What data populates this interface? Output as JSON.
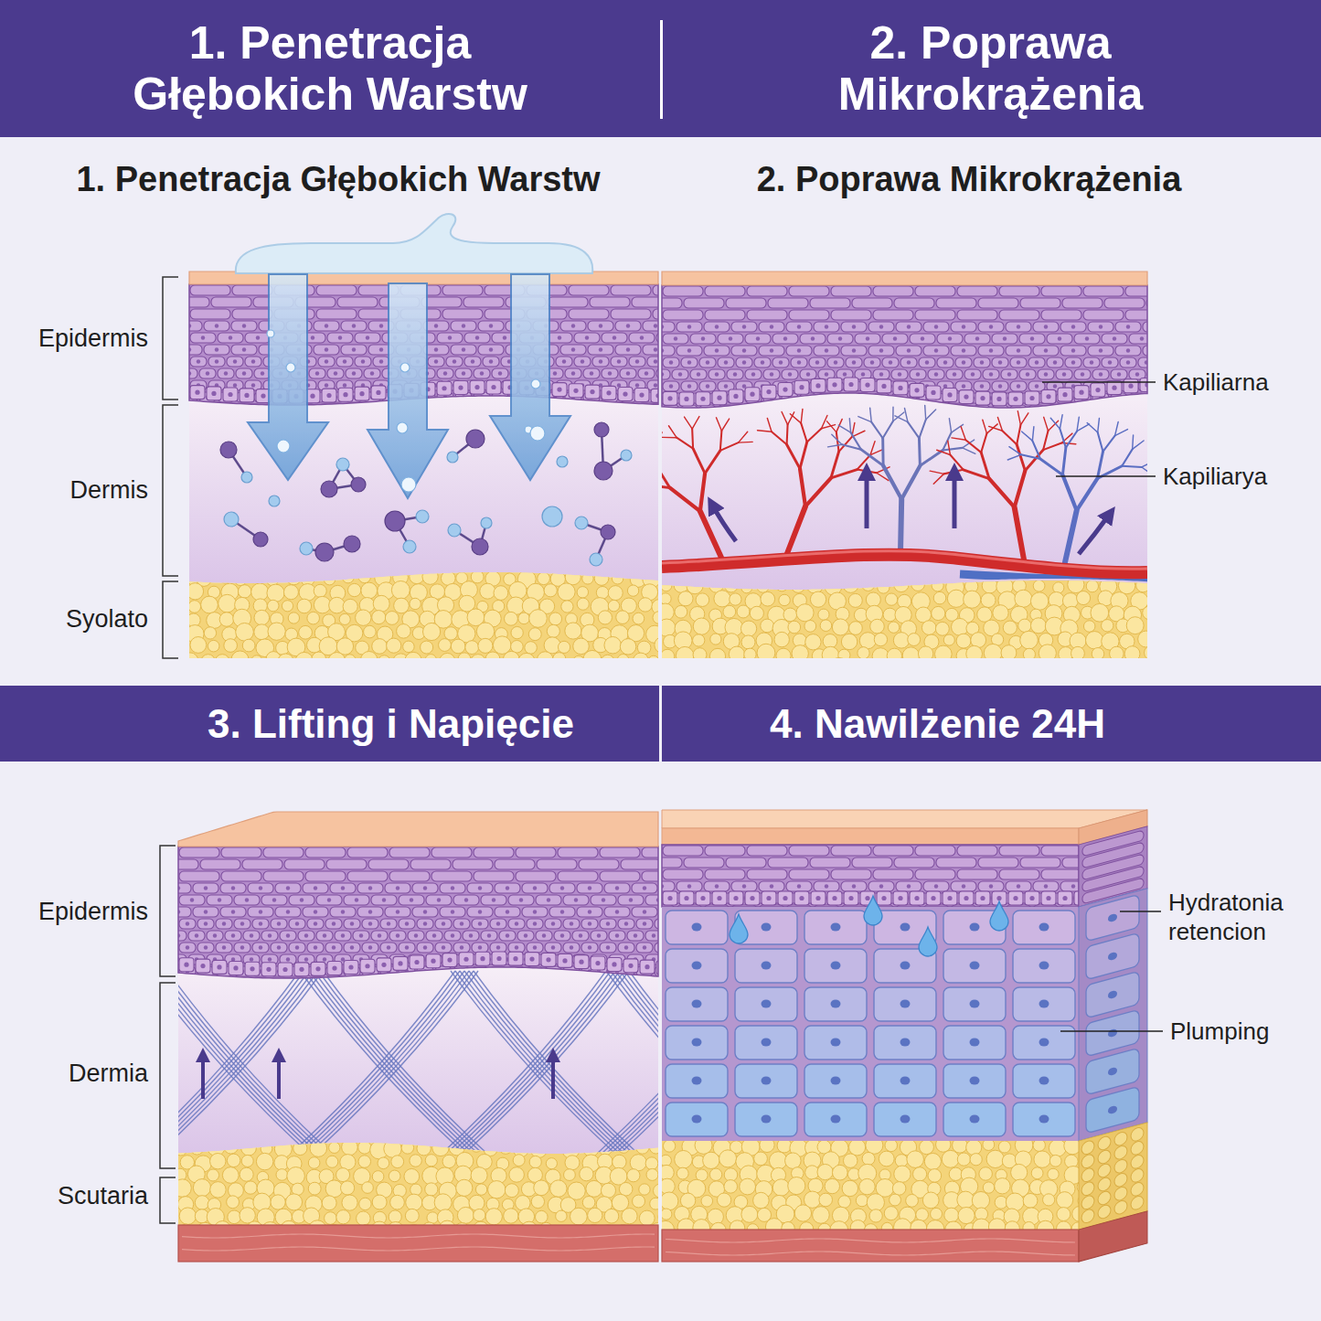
{
  "diagram": {
    "nodes": [
      {
        "text": [
          "1. Penetracja Głębokich Warstw"
        ]
      },
      {
        "text": [
          "2. Poprawa Mikrokrążenia"
        ]
      },
      {
        "text": [
          "3. Lifting i Napięcie"
        ]
      },
      {
        "text": [
          "4. Nawilżenie 24H"
        ]
      }
    ],
    "labels": [
      "1. Penetracja Głębokich Warstw",
      "2. Poprawa Mikrokrążenia",
      "Epidermis",
      "Dermis",
      "Syolato",
      "Kapiliarna",
      "Kapiliarya",
      "Epidermis",
      "Dermia",
      "Scutaria",
      "Hydratonia retencion",
      "Plumping"
    ]
  }
}
